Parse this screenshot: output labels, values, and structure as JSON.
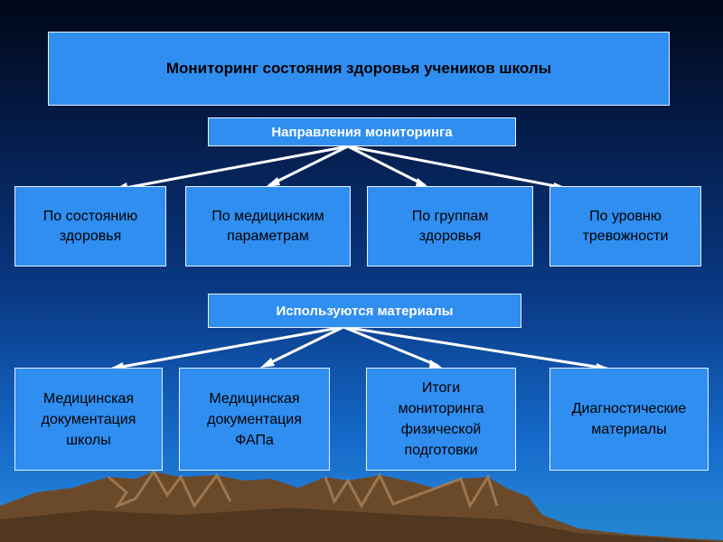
{
  "title": "Мониторинг состояния здоровья учеников школы",
  "directions": {
    "header": "Направления мониторинга",
    "items": [
      "По состоянию\nздоровья",
      "По медицинским\nпараметрам",
      "По группам\nздоровья",
      "По уровню\nтревожности"
    ]
  },
  "materials": {
    "header": "Используются материалы",
    "items": [
      "Медицинская\nдокументация\nшколы",
      "Медицинская\nдокументация\nФАПа",
      "Итоги\nмониторинга\nфизической\nподготовки",
      "Диагностические\nматериалы"
    ]
  },
  "colors": {
    "box_fill": "#2f8ef0",
    "arrow": "#ffffff",
    "mountain": "#6b4a2c"
  }
}
